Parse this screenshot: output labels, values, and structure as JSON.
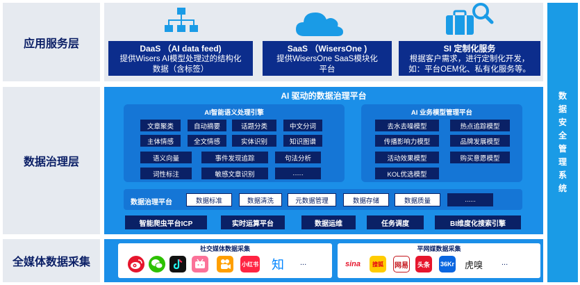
{
  "layers": {
    "app": "应用服务层",
    "governance": "数据治理层",
    "collect": "全媒体数据采集"
  },
  "sidebar": [
    "数",
    "据",
    "安",
    "全",
    "管",
    "理",
    "系",
    "统"
  ],
  "services": [
    {
      "title": "DaaS （AI data feed)",
      "l1": "提供Wisers AI模型处理过的结构化",
      "l2": "数据（含标签）",
      "icon": "org-chart-icon"
    },
    {
      "title": "SaaS （WisersOne )",
      "l1": "提供WisersOne SaaS模块化",
      "l2": "平台",
      "icon": "cloud-icon"
    },
    {
      "title": "SI 定制化服务",
      "l1": "根据客户需求，进行定制化开发，",
      "l2": "如：平台OEM化、私有化服务等。",
      "icon": "toolbox-search-icon"
    }
  ],
  "platform": {
    "title": "AI 驱动的数据治理平台",
    "nlp_title": "AI智能语义处理引擎",
    "nlp_rows": [
      [
        "文章聚类",
        "自动摘要",
        "话题分类",
        "中文分词"
      ],
      [
        "主体情感",
        "全文情感",
        "实体识别",
        "知识图谱"
      ],
      [
        "语义向量",
        "事件发现追踪",
        "句法分析"
      ],
      [
        "词性标注",
        "敏感文章识别",
        "......"
      ]
    ],
    "biz_title": "AI 业务模型管理平台",
    "biz_rows": [
      [
        "去水去噪模型",
        "热点追踪模型"
      ],
      [
        "传播影响力模型",
        "品牌发展模型"
      ],
      [
        "活动效果模型",
        "购买意愿模型"
      ],
      [
        "KOL优选模型"
      ]
    ],
    "gov_label": "数据治理平台",
    "gov_items": [
      "数据标准",
      "数据清洗",
      "元数据管理",
      "数据存储",
      "数据质量",
      "......"
    ],
    "bottom_items": [
      "智能爬虫平台ICP",
      "实时运算平台",
      "数据运维",
      "任务调度",
      "BI维度化搜索引擎"
    ]
  },
  "collection": {
    "social_title": "社交媒体数据采集",
    "social_icons": [
      "weibo-icon",
      "wechat-icon",
      "douyin-icon",
      "bilibili-icon",
      "kuaishou-icon",
      "xiaohongshu-icon",
      "zhihu-icon"
    ],
    "social_texts": {
      "xiaohongshu": "小红书",
      "zhihu": "知"
    },
    "social_more": "...",
    "flat_title": "平网媒数据采集",
    "flat_icons": [
      "sina-icon",
      "sohu-icon",
      "netease-icon",
      "toutiao-icon",
      "36kr-icon",
      "huxiu-icon"
    ],
    "flat_texts": {
      "sina": "sina",
      "sohu": "搜狐",
      "netease": "网易",
      "toutiao": "头条",
      "kr": "36Kr",
      "huxiu": "虎嗅"
    },
    "flat_more": "..."
  }
}
